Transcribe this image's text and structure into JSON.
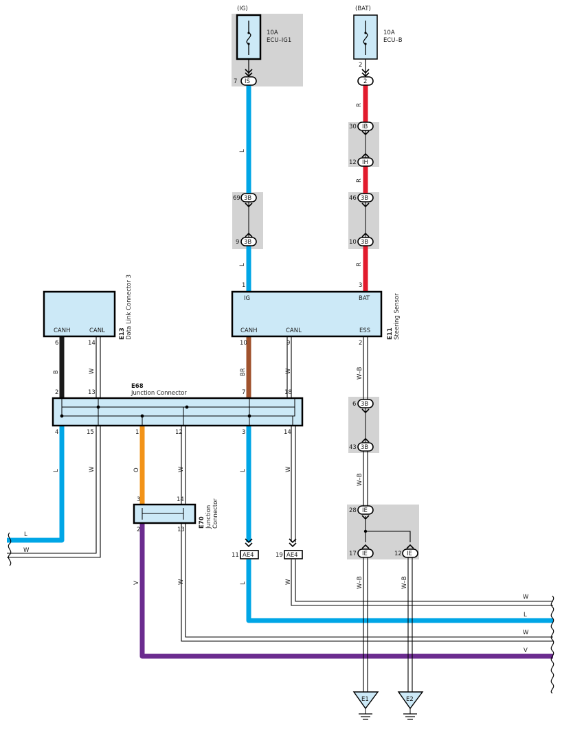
{
  "fuses": [
    {
      "source": "(IG)",
      "rating": "10A",
      "name": "ECU–IG1"
    },
    {
      "source": "(BAT)",
      "rating": "10A",
      "name": "ECU–B"
    }
  ],
  "inline_connectors": {
    "IS": {
      "code": "IS",
      "pin": "7"
    },
    "F2": {
      "code": "2",
      "pin": "2"
    },
    "IB": {
      "code": "IB",
      "pin": "30"
    },
    "IH": {
      "code": "IH",
      "pin": "12"
    },
    "B69": {
      "code": "3B",
      "pin": "69"
    },
    "B9": {
      "code": "3B",
      "pin": "9"
    },
    "B46": {
      "code": "3B",
      "pin": "46"
    },
    "B10": {
      "code": "3B",
      "pin": "10"
    },
    "B6": {
      "code": "3B",
      "pin": "6"
    },
    "B43": {
      "code": "3B",
      "pin": "43"
    },
    "IE28": {
      "code": "IE",
      "pin": "28"
    },
    "IE17": {
      "code": "IE",
      "pin": "17"
    },
    "IE12": {
      "code": "IE",
      "pin": "12"
    },
    "AE11": {
      "code": "AE4",
      "pin": "11"
    },
    "AE19": {
      "code": "AE4",
      "pin": "19"
    }
  },
  "components": {
    "e11": {
      "id": "E11",
      "name": "Steering Sensor",
      "terms": [
        "IG",
        "BAT",
        "CANH",
        "CANL",
        "ESS"
      ],
      "pins": [
        "1",
        "3",
        "10",
        "9",
        "2"
      ]
    },
    "e13": {
      "id": "E13",
      "name": "Data Link Connector 3",
      "terms": [
        "CANH",
        "CANL"
      ],
      "pins": [
        "6",
        "14"
      ]
    },
    "e68": {
      "id": "E68",
      "name": "Junction Connector",
      "pins_top": [
        "2",
        "13",
        "7",
        "18"
      ],
      "pins_bottom": [
        "4",
        "15",
        "1",
        "12",
        "3",
        "14"
      ]
    },
    "e70": {
      "id": "E70",
      "name_line1": "Junction",
      "name_line2": "Connector",
      "pins_top": [
        "3",
        "14"
      ],
      "pins_bottom": [
        "2",
        "13"
      ]
    }
  },
  "wire_colors": {
    "L": "L",
    "R": "R",
    "B": "B",
    "W": "W",
    "BR": "BR",
    "O": "O",
    "V": "V",
    "WB": "W–B"
  },
  "grounds": [
    "E1",
    "E2"
  ],
  "colors": {
    "L": "#00a6e6",
    "R": "#e21b2d",
    "B": "#1a1a1a",
    "BR": "#a0522d",
    "O": "#f29318",
    "V": "#6b2c8f",
    "box_fill": "#cce9f7",
    "shade": "#d3d3d3"
  }
}
